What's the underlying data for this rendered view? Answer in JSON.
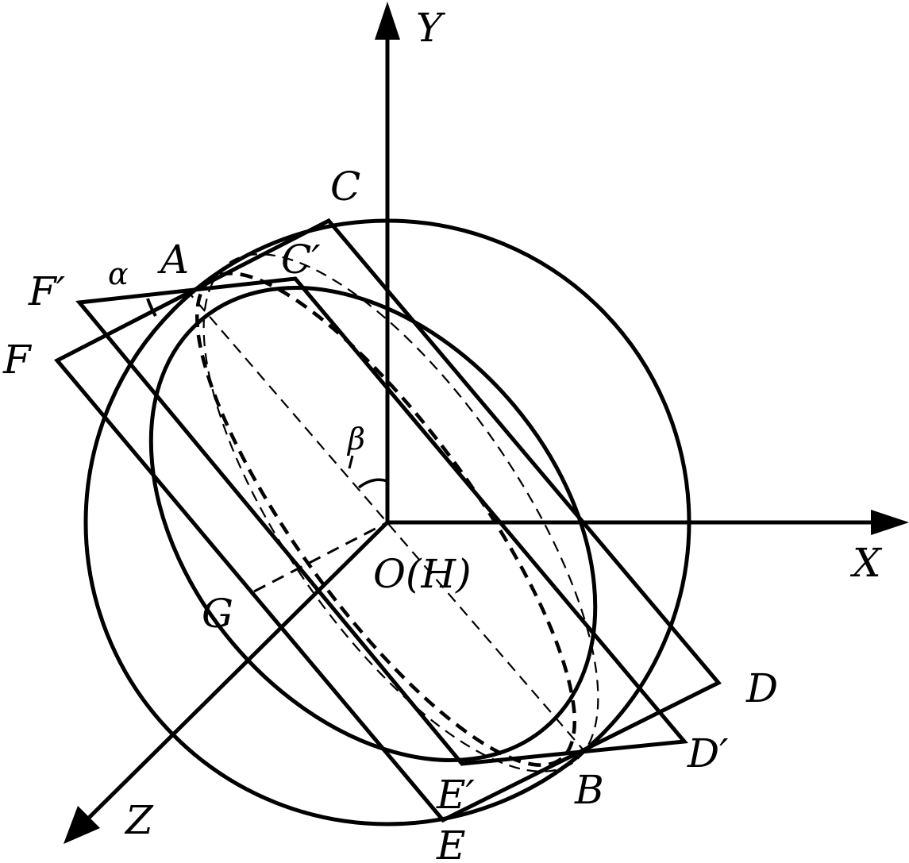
{
  "labels": {
    "y_axis": "Y",
    "x_axis": "X",
    "z_axis": "Z",
    "origin": "O(H)",
    "a": "A",
    "b": "B",
    "c": "C",
    "c_prime": "C′",
    "d": "D",
    "d_prime": "D′",
    "e": "E",
    "e_prime": "E′",
    "f": "F",
    "f_prime": "F′",
    "g": "G",
    "alpha": "α",
    "beta": "β"
  },
  "colors": {
    "stroke": "#000000",
    "background": "#ffffff"
  }
}
